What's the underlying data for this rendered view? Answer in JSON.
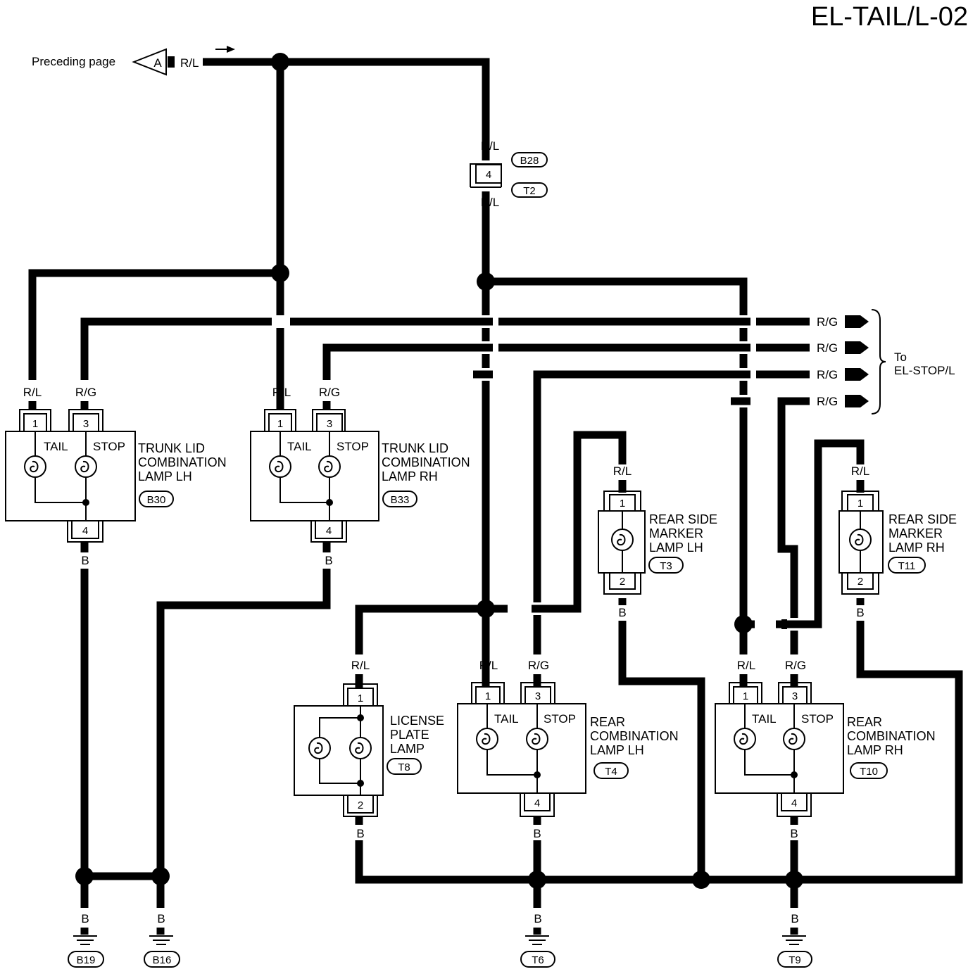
{
  "page": {
    "title": "EL-TAIL/L-02"
  },
  "preceding": {
    "text": "Preceding page",
    "connector": "A",
    "wire": "R/L"
  },
  "wires": {
    "rl": "R/L",
    "rg": "R/G",
    "b": "B"
  },
  "harness_connector": {
    "pin": "4",
    "upper": "B28",
    "lower": "T2"
  },
  "to_ref": {
    "line1": "To",
    "line2": "EL-STOP/L"
  },
  "lamp_words": {
    "tail": "TAIL",
    "stop": "STOP"
  },
  "components": {
    "trunk_lh": {
      "line1": "TRUNK LID",
      "line2": "COMBINATION",
      "line3": "LAMP LH",
      "connector": "B30",
      "pins": [
        "1",
        "3",
        "4"
      ]
    },
    "trunk_rh": {
      "line1": "TRUNK LID",
      "line2": "COMBINATION",
      "line3": "LAMP RH",
      "connector": "B33",
      "pins": [
        "1",
        "3",
        "4"
      ]
    },
    "side_lh": {
      "line1": "REAR SIDE",
      "line2": "MARKER",
      "line3": "LAMP LH",
      "connector": "T3",
      "pins": [
        "1",
        "2"
      ]
    },
    "side_rh": {
      "line1": "REAR SIDE",
      "line2": "MARKER",
      "line3": "LAMP RH",
      "connector": "T11",
      "pins": [
        "1",
        "2"
      ]
    },
    "license": {
      "line1": "LICENSE",
      "line2": "PLATE",
      "line3": "LAMP",
      "connector": "T8",
      "pins": [
        "1",
        "2"
      ]
    },
    "rear_lh": {
      "line1": "REAR",
      "line2": "COMBINATION",
      "line3": "LAMP LH",
      "connector": "T4",
      "pins": [
        "1",
        "3",
        "4"
      ]
    },
    "rear_rh": {
      "line1": "REAR",
      "line2": "COMBINATION",
      "line3": "LAMP RH",
      "connector": "T10",
      "pins": [
        "1",
        "3",
        "4"
      ]
    }
  },
  "grounds": [
    "B19",
    "B16",
    "T6",
    "T9"
  ]
}
